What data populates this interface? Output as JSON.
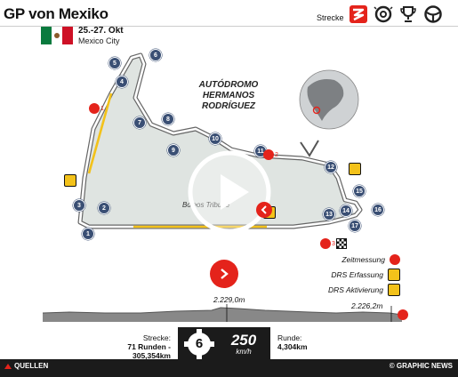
{
  "header": {
    "title": "GP von Mexiko",
    "date": "25.-27. Okt",
    "city": "Mexico City",
    "nav_label": "Strecke"
  },
  "circuit": {
    "name_lines": [
      "AUTÓDROMO",
      "HERMANOS",
      "RODRÍGUEZ"
    ],
    "street": "Boleos Tribune",
    "turns": [
      "1",
      "2",
      "3",
      "4",
      "5",
      "6",
      "7",
      "8",
      "9",
      "10",
      "11",
      "12",
      "13",
      "14",
      "15",
      "16",
      "17"
    ]
  },
  "timing": {
    "sectors": [
      "1",
      "2",
      "3"
    ]
  },
  "legend": {
    "items": [
      {
        "label": "Zeitmessung",
        "icon": "stopwatch-icon"
      },
      {
        "label": "DRS Erfassung",
        "icon": "drs-detection-icon"
      },
      {
        "label": "DRS Aktivierung",
        "icon": "drs-activation-icon"
      }
    ]
  },
  "elevation": {
    "marker1": "2.229,0m",
    "marker2": "2.226,2m"
  },
  "stats": {
    "strecke_label": "Strecke:",
    "strecke_value1": "71 Runden -",
    "strecke_value2": "305,354km",
    "runde_label": "Runde:",
    "runde_value": "4,304km",
    "gear": "6",
    "speed": "250",
    "speed_unit": "km/h"
  },
  "footer": {
    "quellen": "QUELLEN",
    "copyright": "© GRAPHIC NEWS"
  },
  "colors": {
    "accent_red": "#e4231b",
    "turn_blue": "#3a4f74",
    "drs_yellow": "#f3c21a",
    "dark": "#1b1b1b"
  }
}
